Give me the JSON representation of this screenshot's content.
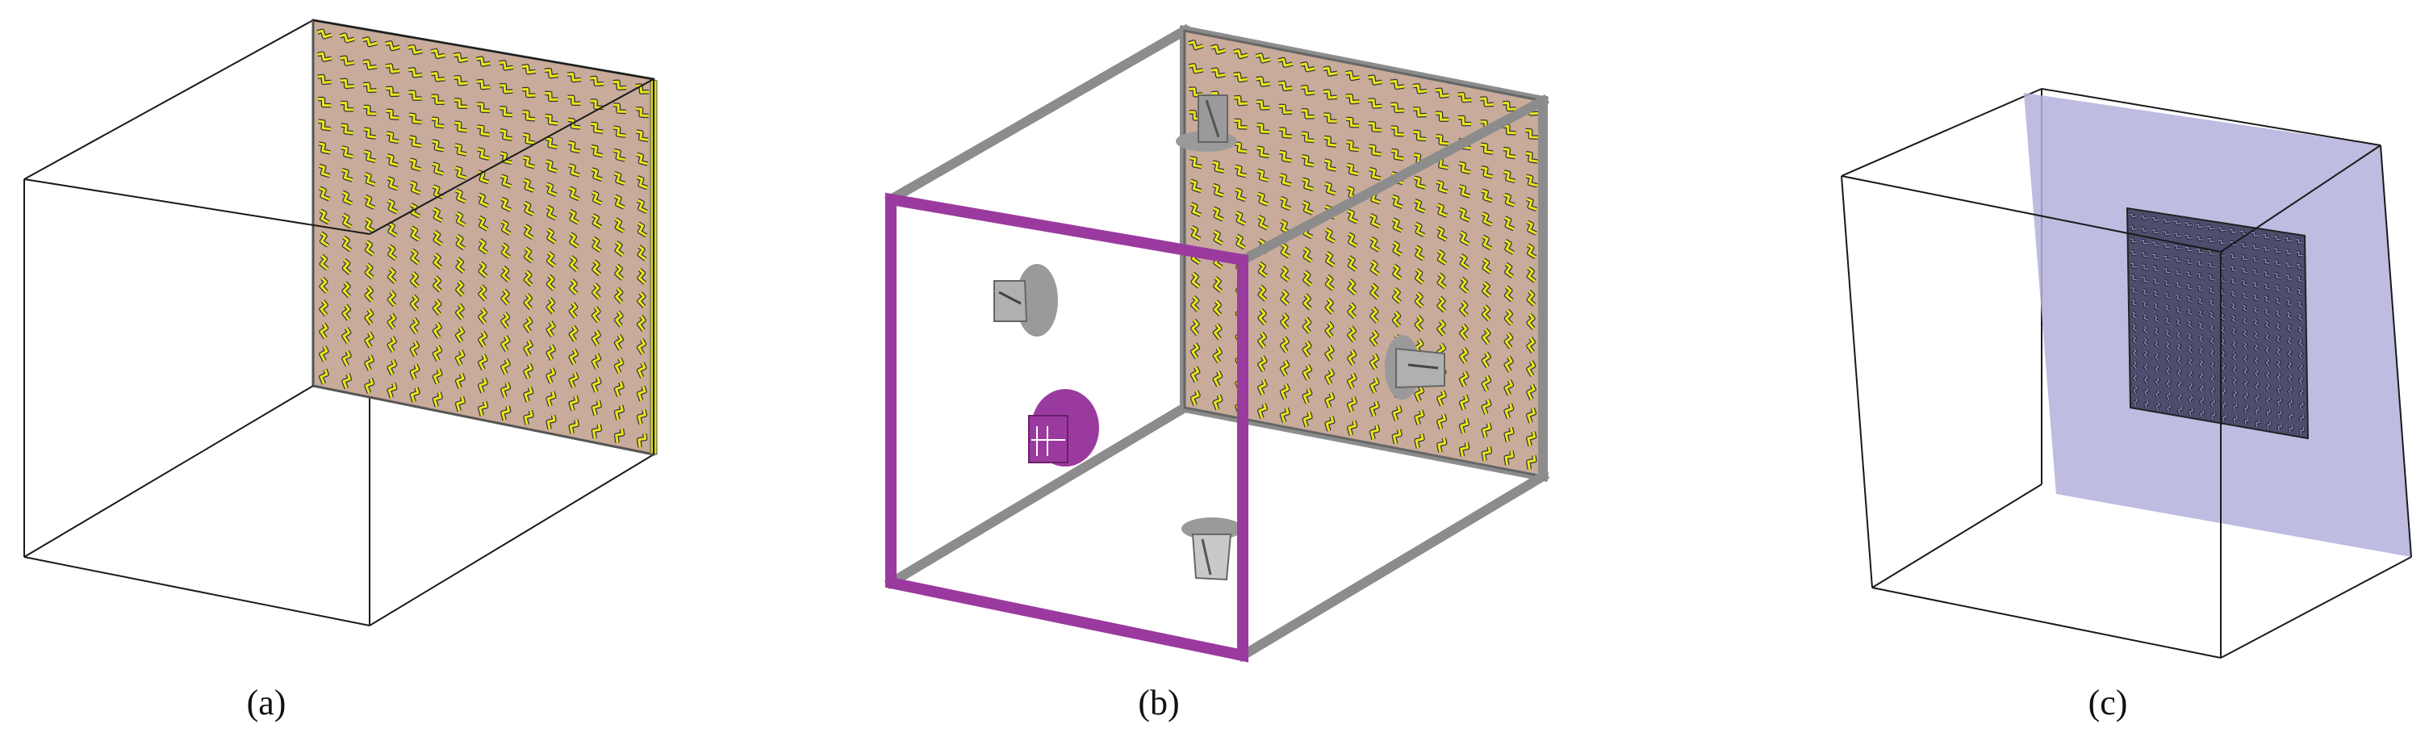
{
  "panels": [
    {
      "id": "a",
      "caption": "(a)"
    },
    {
      "id": "b",
      "caption": "(b)"
    },
    {
      "id": "c",
      "caption": "(c)"
    }
  ],
  "colors": {
    "edge": "#1a1a1a",
    "frame_gray": "#8c8c8c",
    "frame_purple": "#9b3a9e",
    "metasurface": "#c8ab9a",
    "element": "#e6e61a",
    "horn_gray": "#9a9a9a",
    "horn_purple": "#9b3a9e",
    "plane_wave": "#b3b0dc",
    "fine_array": "#5b5b7a"
  }
}
